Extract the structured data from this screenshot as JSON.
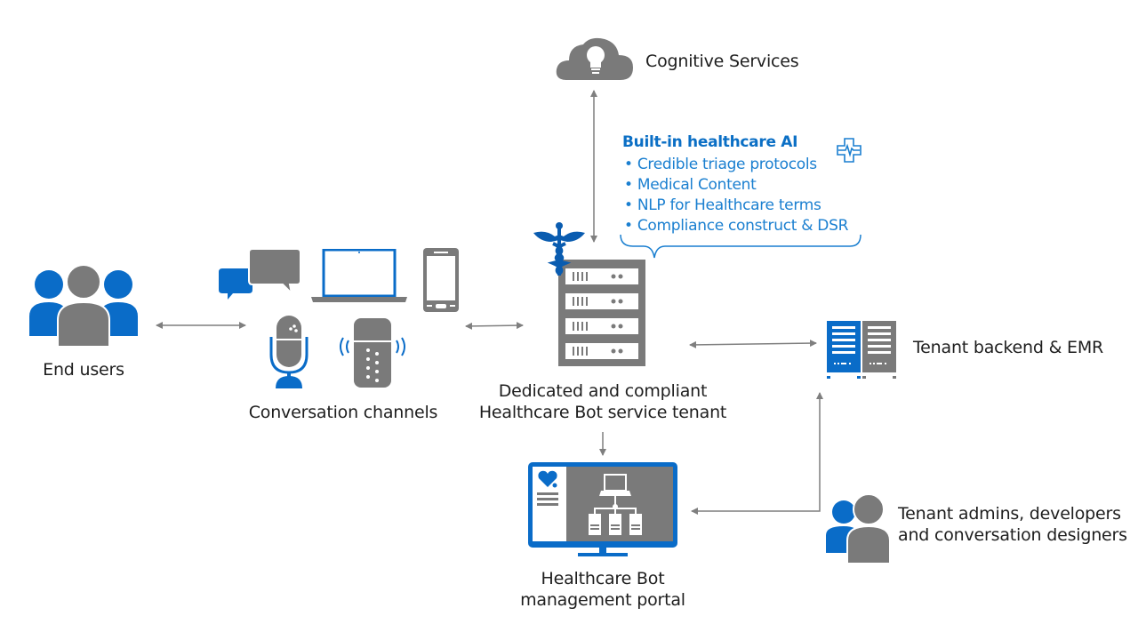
{
  "colors": {
    "blue": "#0a6cc8",
    "gray": "#7a7a7a",
    "line": "#7f7f7f",
    "ai_text": "#1a7fd0"
  },
  "nodes": {
    "cognitive_services": {
      "label": "Cognitive Services",
      "icon": "cloud-lightbulb-icon"
    },
    "end_users": {
      "label": "End users",
      "icon": "users-group-icon"
    },
    "conversation_channels": {
      "label": "Conversation channels",
      "icons": [
        "chat-bubbles-icon",
        "laptop-icon",
        "smartphone-icon",
        "microphone-icon",
        "smart-speaker-icon"
      ]
    },
    "bot_service": {
      "label_line1": "Dedicated and compliant",
      "label_line2": "Healthcare Bot service tenant",
      "icons": [
        "caduceus-icon",
        "server-rack-icon"
      ]
    },
    "tenant_backend": {
      "label": "Tenant backend & EMR",
      "icon": "servers-icon"
    },
    "management_portal": {
      "label_line1": "Healthcare Bot",
      "label_line2": "management portal",
      "icon": "monitor-portal-icon"
    },
    "tenant_admins": {
      "label_line1": "Tenant admins, developers",
      "label_line2": "and conversation designers",
      "icon": "users-pair-icon"
    }
  },
  "healthcare_ai": {
    "title": "Built-in healthcare AI",
    "icon": "medical-cross-heartbeat-icon",
    "items": [
      "• Credible triage protocols",
      "• Medical Content",
      "• NLP for Healthcare terms",
      "• Compliance construct & DSR"
    ]
  }
}
